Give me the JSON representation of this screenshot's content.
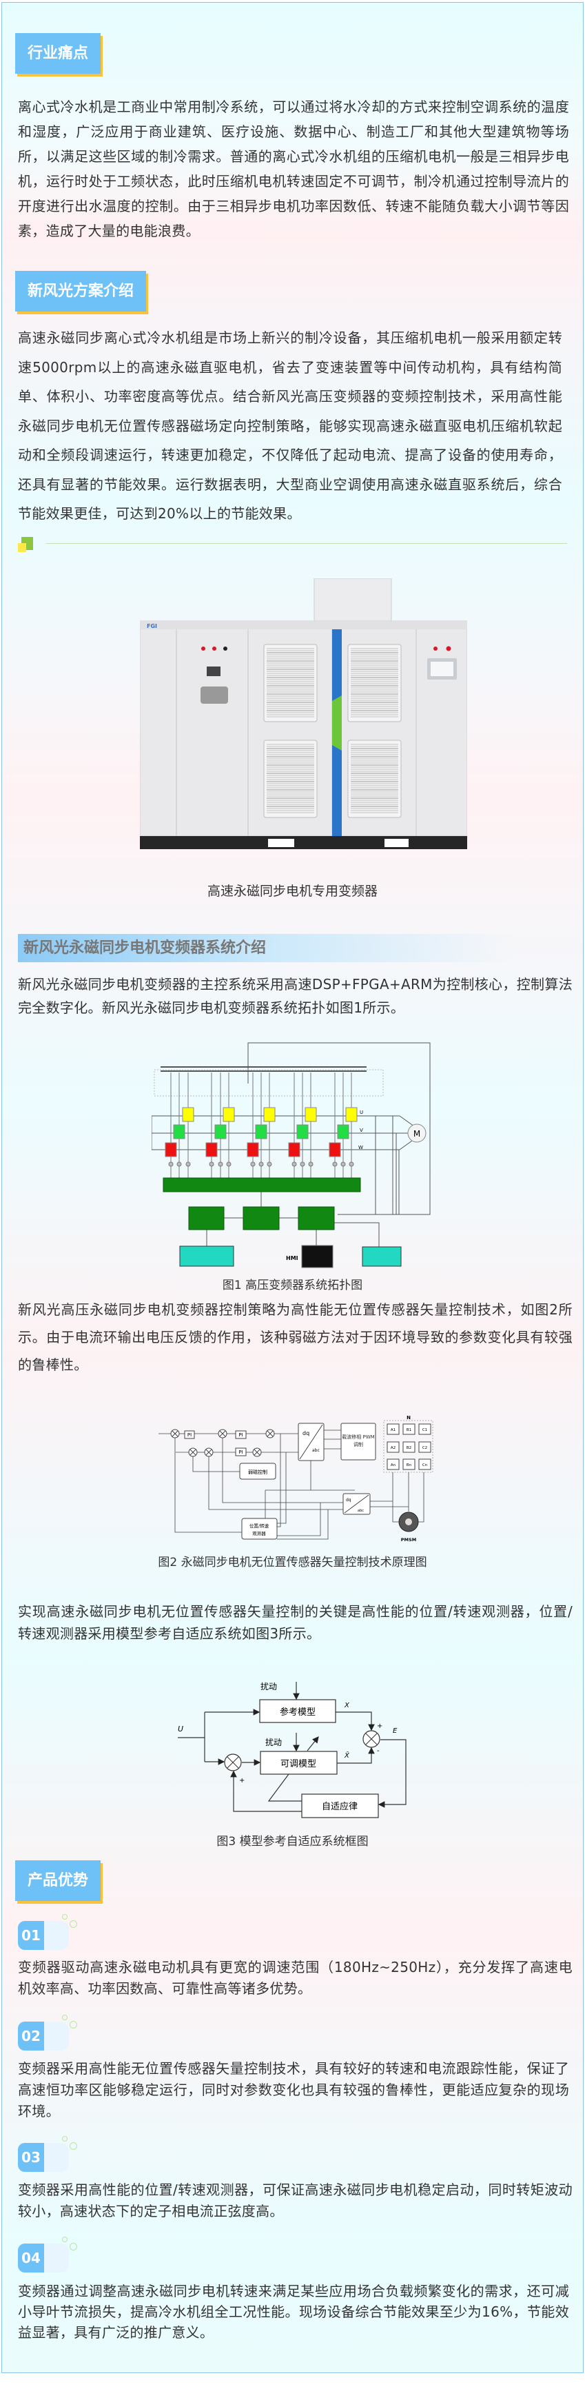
{
  "sections": {
    "pain_points": {
      "title": "行业痛点",
      "text": "离心式冷水机是工商业中常用制冷系统，可以通过将水冷却的方式来控制空调系统的温度和湿度，广泛应用于商业建筑、医疗设施、数据中心、制造工厂和其他大型建筑物等场所，以满足这些区域的制冷需求。普通的离心式冷水机组的压缩机电机一般是三相异步电机，运行时处于工频状态，此时压缩机电机转速固定不可调节，制冷机通过控制导流片的开度进行出水温度的控制。由于三相异步电机功率因数低、转速不能随负载大小调节等因素，造成了大量的电能浪费。"
    },
    "solution": {
      "title": "新风光方案介绍",
      "text": "高速永磁同步离心式冷水机组是市场上新兴的制冷设备，其压缩机电机一般采用额定转速5000rpm以上的高速永磁直驱电机，省去了变速装置等中间传动机构，具有结构简单、体积小、功率密度高等优点。结合新风光高压变频器的变频控制技术，采用高性能永磁同步电机无位置传感器磁场定向控制策略，能够实现高速永磁直驱电机压缩机软起动和全频段调速运行，转速更加稳定，不仅降低了起动电流、提高了设备的使用寿命，还具有显著的节能效果。运行数据表明，大型商业空调使用高速永磁直驱系统后，综合节能效果更佳，可达到20%以上的节能效果。",
      "product_caption": "高速永磁同步电机专用变频器"
    },
    "system": {
      "title": "新风光永磁同步电机变频器系统介绍",
      "text1": "新风光永磁同步电机变频器的主控系统采用高速DSP+FPGA+ARM为控制核心，控制算法完全数字化。新风光永磁同步电机变频器系统拓扑如图1所示。",
      "fig1_caption": "图1 高压变频器系统拓扑图",
      "text2": "新风光高压永磁同步电机变频器控制策略为高性能无位置传感器矢量控制技术，如图2所示。由于电流环输出电压反馈的作用，该种弱磁方法对于因环境导致的参数变化具有较强的鲁棒性。",
      "fig2_caption": "图2 永磁同步电机无位置传感器矢量控制技术原理图",
      "text3": "实现高速永磁同步电机无位置传感器矢量控制的关键是高性能的位置/转速观测器，位置/转速观测器采用模型参考自适应系统如图3所示。",
      "fig3_caption": "图3 模型参考自适应系统框图"
    },
    "advantages": {
      "title": "产品优势",
      "items": [
        {
          "num": "01",
          "text": "变频器驱动高速永磁电动机具有更宽的调速范围（180Hz~250Hz），充分发挥了高速电机效率高、功率因数高、可靠性高等诸多优势。"
        },
        {
          "num": "02",
          "text": "变频器采用高性能无位置传感器矢量控制技术，具有较好的转速和电流跟踪性能，保证了高速恒功率区能够稳定运行，同时对参数变化也具有较强的鲁棒性，更能适应复杂的现场环境。"
        },
        {
          "num": "03",
          "text": "变频器采用高性能的位置/转速观测器，可保证高速永磁同步电机稳定启动，同时转矩波动较小，高速状态下的定子相电流正弦度高。"
        },
        {
          "num": "04",
          "text": "变频器通过调整高速永磁同步电机转速来满足某些应用场合负载频繁变化的需求，还可减小导叶节流损失，提高冷水机组全工况性能。现场设备综合节能效果至少为16%，节能效益显著，具有广泛的推广意义。"
        }
      ]
    }
  },
  "figures": {
    "fig1": {
      "motor": "M",
      "phase_u": "U",
      "phase_v": "V",
      "phase_w": "W",
      "hmi": "HMI"
    },
    "fig2": {
      "pi": "PI",
      "dq": "dq",
      "abc": "abc",
      "pwm": "载波移相 PWM调制",
      "weak": "弱磁控制",
      "observer1": "位置/转速",
      "observer2": "观测器",
      "n": "N",
      "pmsm": "PMSM",
      "cells": [
        "A1",
        "B1",
        "C1",
        "A2",
        "B2",
        "C2",
        "An",
        "Bn",
        "Cn"
      ]
    },
    "fig3": {
      "disturb": "扰动",
      "ref_model": "参考模型",
      "adj_model": "可调模型",
      "adaptive": "自适应律",
      "u": "U",
      "x": "X",
      "xhat": "X̂",
      "e": "E",
      "plus": "+",
      "minus": "-"
    }
  },
  "colors": {
    "header_blue": "#6dc1f6",
    "header_shadow": "#f9c23a",
    "cell_yellow": "#ffff00",
    "cell_green": "#22dd44",
    "cell_red": "#ee1111",
    "bus_green": "#118811"
  }
}
